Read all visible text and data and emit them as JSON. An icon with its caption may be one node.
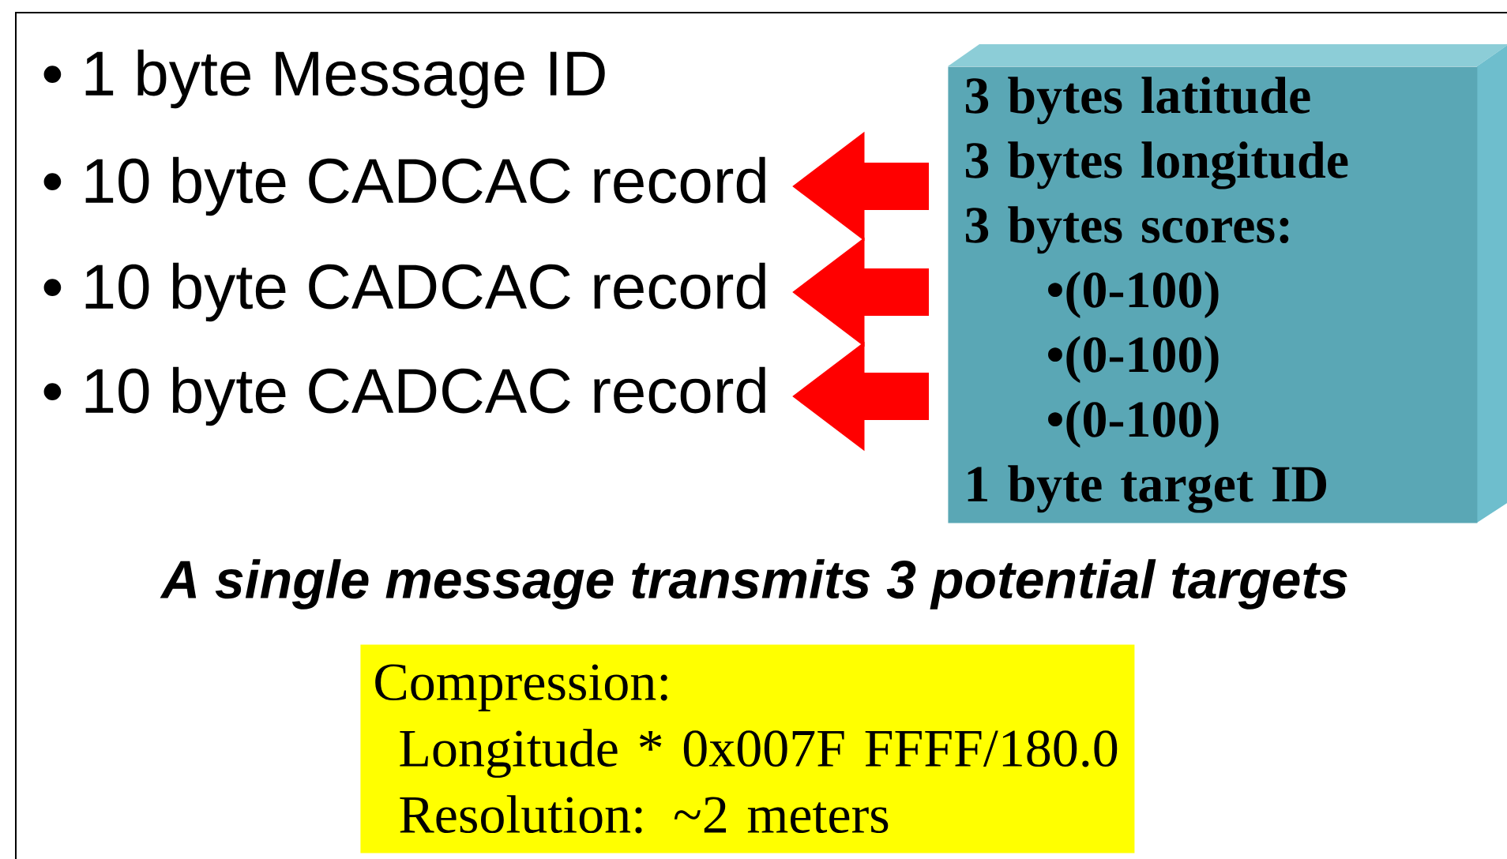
{
  "diagram": {
    "nodes": [
      {
        "text": [
          "• 10 byte CADCAC record"
        ]
      },
      {
        "text": [
          "• 10 byte CADCAC record"
        ]
      },
      {
        "text": [
          "• 10 byte CADCAC record"
        ]
      },
      {
        "text": [
          "3 bytes latitude",
          "3 bytes longitude",
          "3 bytes scores:",
          "•(0-100)",
          "•(0-100)",
          "•(0-100)",
          "1 byte target ID"
        ]
      },
      {
        "text": [
          "Compression:",
          "Longitude * 0x007F FFFF/180.0",
          "Resolution: ~2 meters"
        ]
      }
    ],
    "edges": [
      {
        "from": 3,
        "to": 0,
        "arrow": "to",
        "color": "#ff0000"
      },
      {
        "from": 3,
        "to": 1,
        "arrow": "to",
        "color": "#ff0000"
      },
      {
        "from": 3,
        "to": 2,
        "arrow": "to",
        "color": "#ff0000"
      }
    ],
    "labels": [
      "• 1 byte Message ID",
      "A single message transmits 3 potential targets"
    ]
  }
}
